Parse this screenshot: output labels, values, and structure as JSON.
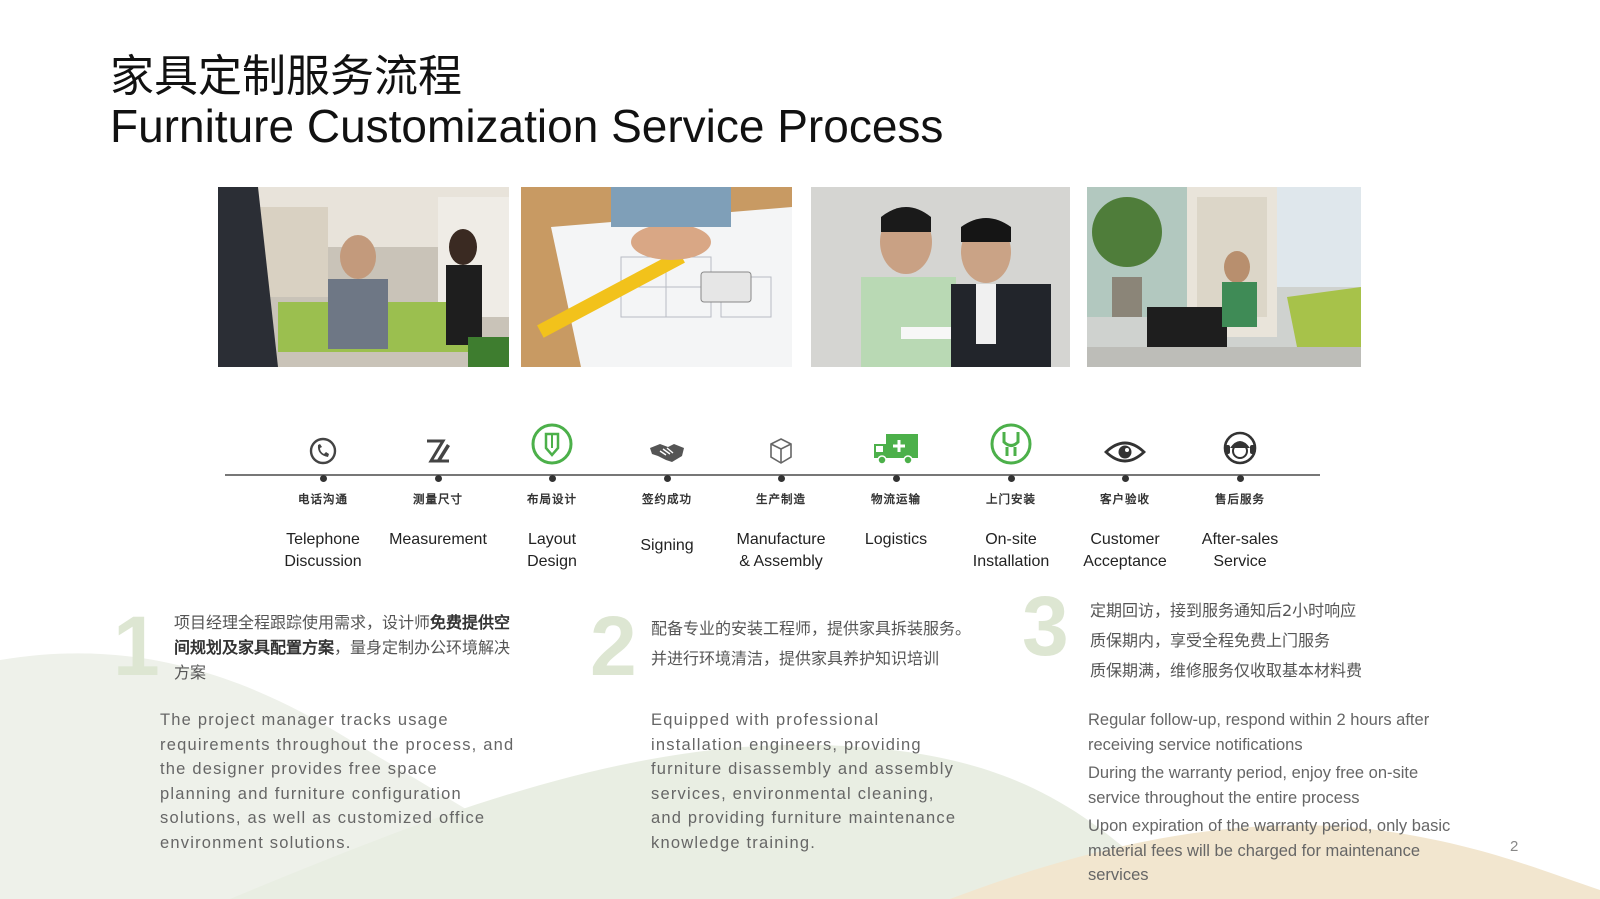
{
  "title": {
    "zh": "家具定制服务流程",
    "en": "Furniture Customization Service Process"
  },
  "photos": [
    {
      "icon": "consultation-photo"
    },
    {
      "icon": "blueprint-photo"
    },
    {
      "icon": "engineers-photo"
    },
    {
      "icon": "installation-photo"
    }
  ],
  "steps": [
    {
      "icon": "phone-icon",
      "cn": "电话沟通",
      "en": "Telephone\nDiscussion"
    },
    {
      "icon": "ruler-icon",
      "cn": "测量尺寸",
      "en": "Measurement"
    },
    {
      "icon": "pencil-icon",
      "cn": "布局设计",
      "en": "Layout\nDesign"
    },
    {
      "icon": "handshake-icon",
      "cn": "签约成功",
      "en": "Signing"
    },
    {
      "icon": "box-icon",
      "cn": "生产制造",
      "en": "Manufacture\n& Assembly"
    },
    {
      "icon": "truck-icon",
      "cn": "物流运输",
      "en": "Logistics"
    },
    {
      "icon": "wrench-icon",
      "cn": "上门安装",
      "en": "On-site\nInstallation"
    },
    {
      "icon": "eye-icon",
      "cn": "客户验收",
      "en": "Customer\nAcceptance"
    },
    {
      "icon": "headset-icon",
      "cn": "售后服务",
      "en": "After-sales\nService"
    }
  ],
  "sections": [
    {
      "number": "1",
      "cn_plain1": "项目经理全程跟踪使用需求，设计师",
      "cn_bold": "免费提供空间规划及家具配置方案",
      "cn_plain2": "，量身定制办公环境解决方案",
      "en": "The project manager tracks usage requirements throughout the process, and the designer provides free space planning and furniture configuration solutions, as well as customized office environment solutions."
    },
    {
      "number": "2",
      "cn_lines": [
        "配备专业的安装工程师，提供家具拆装服务。",
        "并进行环境清洁，提供家具养护知识培训"
      ],
      "en": "Equipped with professional installation engineers, providing furniture disassembly and assembly services, environmental cleaning, and providing furniture maintenance knowledge training."
    },
    {
      "number": "3",
      "cn_lines": [
        "定期回访，接到服务通知后2小时响应",
        "质保期内，享受全程免费上门服务",
        "质保期满，维修服务仅收取基本材料费"
      ],
      "en_paras": [
        "Regular follow-up, respond within 2 hours after receiving service notifications",
        "During the warranty period, enjoy free on-site service throughout the entire process",
        "Upon expiration of the warranty period, only basic material fees will be charged for maintenance services"
      ]
    }
  ],
  "page_number": "2",
  "colors": {
    "accent_green": "#4cb04a",
    "wave_green": "#e9eee3",
    "wave_sand": "#f2e6cf",
    "number_tint": "#dde6d2"
  }
}
